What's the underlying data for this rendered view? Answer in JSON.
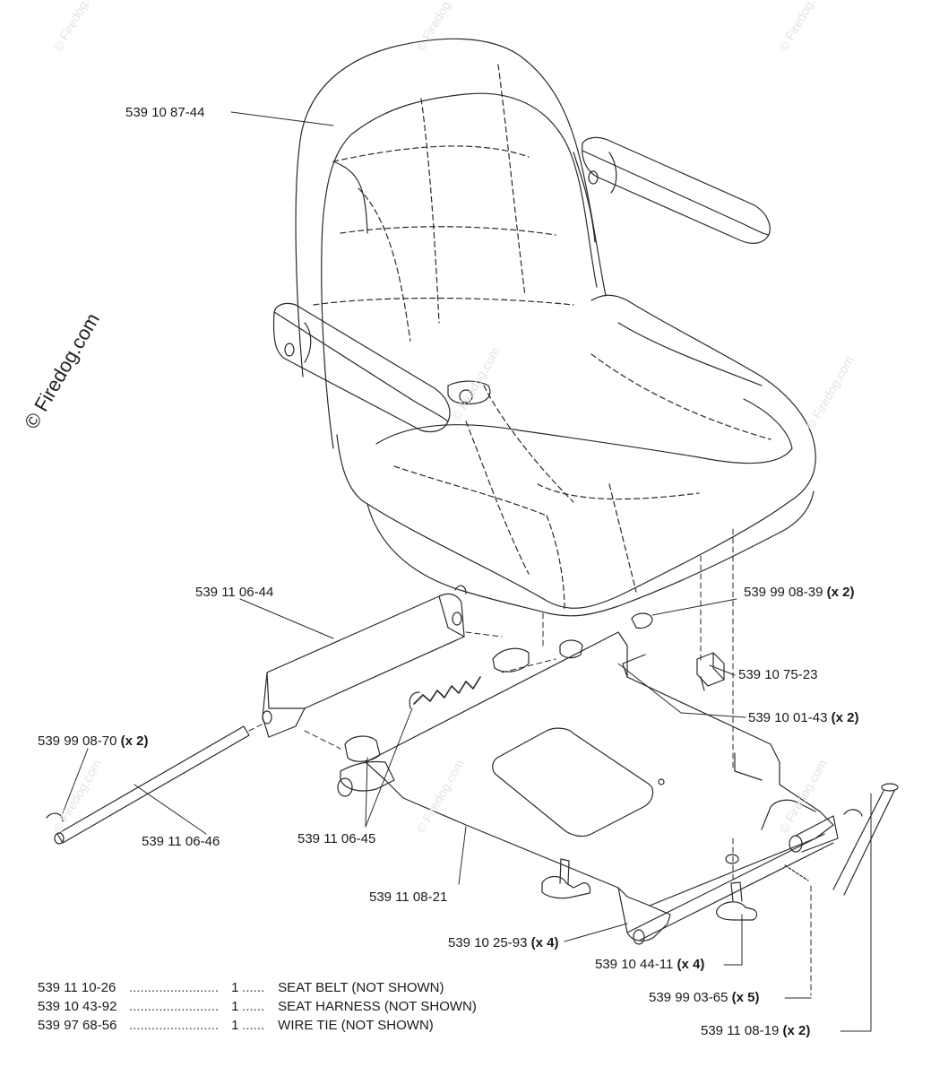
{
  "watermark": {
    "brand": "© Firedog.com",
    "tile_text": "© Firedog.com"
  },
  "callouts": [
    {
      "id": "seat",
      "part": "539 10 87-44",
      "qty": ""
    },
    {
      "id": "bracket-left",
      "part": "539 11 06-44",
      "qty": ""
    },
    {
      "id": "nut",
      "part": "539 99 08-39",
      "qty": "(x 2)"
    },
    {
      "id": "switch",
      "part": "539 10 75-23",
      "qty": ""
    },
    {
      "id": "bushing",
      "part": "539 10 01-43",
      "qty": "(x 2)"
    },
    {
      "id": "clip",
      "part": "539 99 08-70",
      "qty": "(x 2)"
    },
    {
      "id": "rod",
      "part": "539 11 06-46",
      "qty": ""
    },
    {
      "id": "spring",
      "part": "539 11 06-45",
      "qty": ""
    },
    {
      "id": "plate",
      "part": "539 11 08-21",
      "qty": ""
    },
    {
      "id": "knob",
      "part": "539 10 25-93",
      "qty": "(x 4)"
    },
    {
      "id": "knob2",
      "part": "539 10 44-11",
      "qty": "(x 4)"
    },
    {
      "id": "pin",
      "part": "539 99 03-65",
      "qty": "(x 5)"
    },
    {
      "id": "shaft",
      "part": "539 11 08-19",
      "qty": "(x 2)"
    }
  ],
  "notes": [
    {
      "part": "539 11 10-26",
      "dots1": "........................",
      "qty": "1",
      "dots2": "......",
      "desc": "SEAT BELT (NOT SHOWN)"
    },
    {
      "part": "539 10 43-92",
      "dots1": "........................",
      "qty": "1",
      "dots2": "......",
      "desc": "SEAT HARNESS (NOT SHOWN)"
    },
    {
      "part": "539 97 68-56",
      "dots1": "........................",
      "qty": "1",
      "dots2": "......",
      "desc": "WIRE TIE (NOT SHOWN)"
    }
  ]
}
